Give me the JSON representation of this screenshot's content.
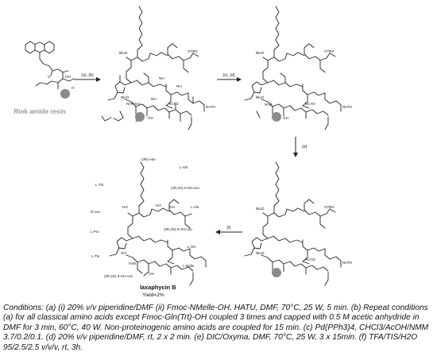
{
  "resin_label": "Rink amide resin",
  "steps": {
    "ab": "(a), (b)",
    "cd": "(c), (d)",
    "e": "(e)",
    "f": "(f)"
  },
  "atoms": {
    "tbuo": "tBuO",
    "nhfmoc": "NHFmoc",
    "otbs": "OTBS",
    "nhtrt": "NHTrt",
    "ho": "HO",
    "nh2": "NH2",
    "nh": "NH",
    "nch3": "NCH3",
    "o": "O",
    "oh": "OH",
    "h2n": "H2N",
    "hn": "HN"
  },
  "residues": {
    "ade": "(3R)-Ade",
    "val": "L-Val",
    "thr": "L-Thr",
    "leu_oh": "(2R,3S)-3-OH-Leu",
    "dleu": "D-Leu",
    "ala": "L-Ala",
    "pro": "L-Pro",
    "leu_oh2": "(2R,3S)-3-OH-Leu",
    "gln": "L-Gln",
    "thr2": "L-Thr",
    "melle": "L-Melle",
    "asn": "(2R,3S)-3-OH-Asn"
  },
  "product": {
    "name": "laxaphycin B",
    "yield": "Yield=2%"
  },
  "conditions": "Conditions: (a) (i) 20% v/v piperidine/DMF (ii) Fmoc-NMelle-OH, HATU, DMF, 70°C, 25 W, 5 min. (b) Repeat conditions (a) for all classical amino acids except Fmoc-Gln(Trt)-OH coupled 3 times and capped with 0.5 M acetic anhydride in DMF for 3 min, 60°C, 40 W. Non-proteinogenic amino acids are coupled for 15 min. (c) Pd(PPh3)4, CHCl3/AcOH/NMM 3.7/0.2/0.1. (d) 20% v/v piperidine/DMF, rt, 2 x 2 min. (e) DIC/Oxyma, DMF, 70°C, 25 W, 3 x 15min. (f) TFA/TIS/H2O 95/2.5/2.5 v/v/v, rt, 3h."
}
